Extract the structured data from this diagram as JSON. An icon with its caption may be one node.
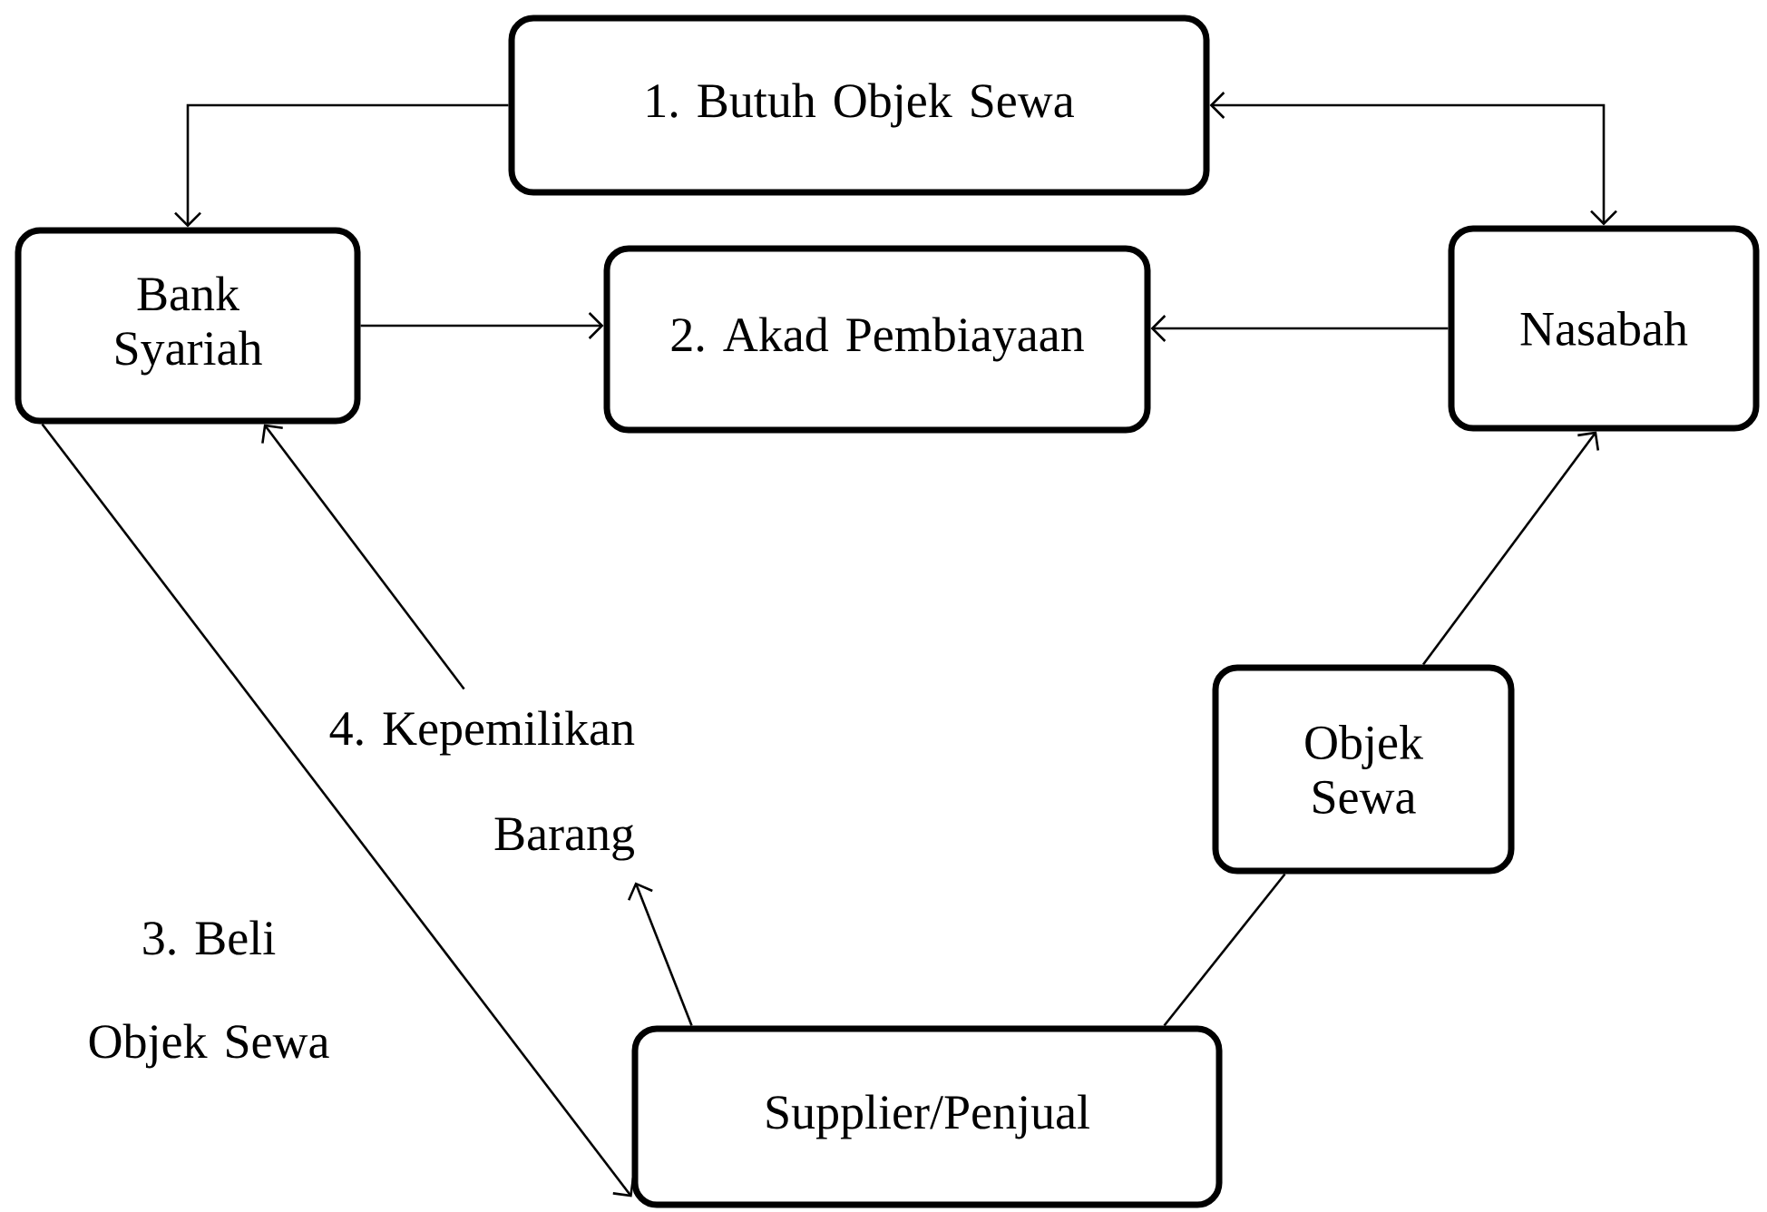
{
  "diagram": {
    "nodes": [
      {
        "text": [
          "1. Butuh Objek Sewa"
        ]
      },
      {
        "text": [
          "Bank Syariah"
        ]
      },
      {
        "text": [
          "2. Akad Pembiayaan"
        ]
      },
      {
        "text": [
          "Nasabah"
        ]
      },
      {
        "text": [
          "Objek Sewa"
        ]
      },
      {
        "text": [
          "Supplier/Penjual"
        ]
      },
      {
        "text": [
          "4. Kepemilikan Barang"
        ]
      }
    ],
    "edges": [
      {
        "from": 0,
        "to": 1,
        "arrow": "to"
      },
      {
        "from": 0,
        "to": 3,
        "arrow": "both"
      },
      {
        "from": 1,
        "to": 2,
        "arrow": "to"
      },
      {
        "from": 3,
        "to": 2,
        "arrow": "to"
      },
      {
        "from": 1,
        "to": 5,
        "arrow": "to",
        "label": "3. Beli Objek Sewa"
      },
      {
        "from": 5,
        "to": 6,
        "arrow": "to"
      },
      {
        "from": 6,
        "to": 1,
        "arrow": "to"
      },
      {
        "from": 5,
        "to": 4,
        "arrow": "none"
      },
      {
        "from": 4,
        "to": 3,
        "arrow": "to"
      }
    ]
  }
}
